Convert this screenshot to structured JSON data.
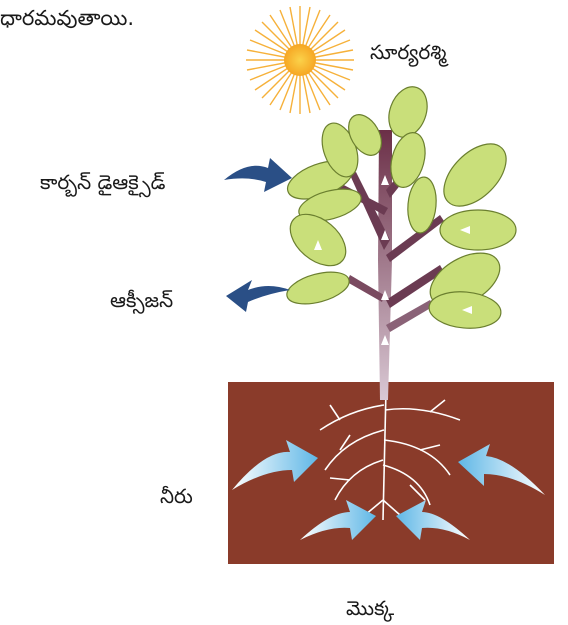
{
  "header": {
    "partial_text": "ధారమవుతాయి."
  },
  "labels": {
    "sunlight": "సూర్యరశ్మి",
    "carbon_dioxide": "కార్బన్ డైఆక్సైడ్",
    "oxygen": "ఆక్సీజన్",
    "water": "నీరు",
    "plant": "మొక్క"
  },
  "colors": {
    "soil": "#8a3b2a",
    "sun": "#f6a623",
    "leaf": "#c9df7a",
    "stem": "#6b3b52",
    "co2_o2_arrow": "#2a4f86",
    "water_arrow": "#8fd0ef"
  },
  "icons": [
    "sun-icon",
    "plant-icon",
    "curved-arrow-icon",
    "water-arrow-icon"
  ]
}
